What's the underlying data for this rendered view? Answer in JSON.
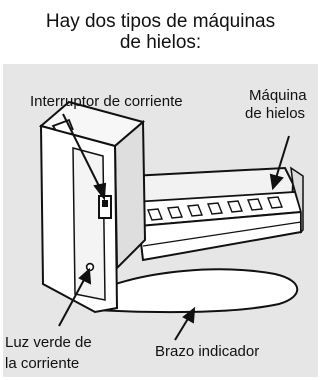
{
  "heading": {
    "line1": "Hay dos tipos de máquinas",
    "line2": "de hielos:"
  },
  "labels": {
    "switch": "Interruptor de corriente",
    "icemaker_line1": "Máquina",
    "icemaker_line2": "de hielos",
    "light_line1": "Luz verde de",
    "light_line2": "la corriente",
    "arm": "Brazo indicador"
  }
}
